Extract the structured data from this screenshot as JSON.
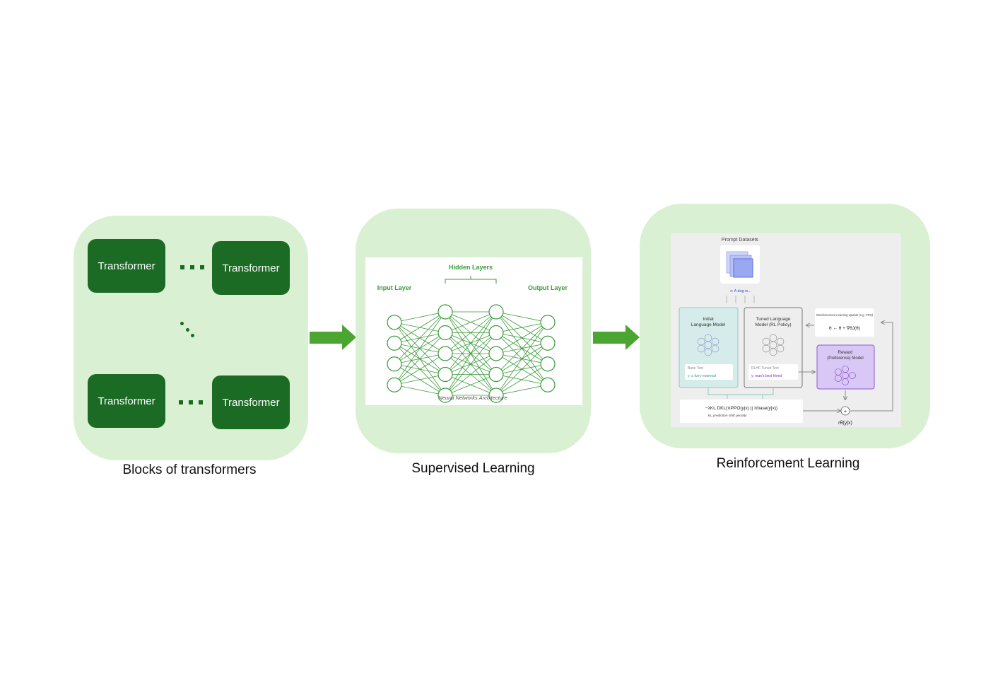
{
  "colors": {
    "panel": "#d9f1d2",
    "block": "#1b6b25",
    "arrow": "#4aa630",
    "nn_green": "#3a9a3a",
    "rl_teal": "#d6ecea",
    "rl_purple": "#d9c8f5"
  },
  "stages": [
    {
      "caption": "Blocks of transformers",
      "blocks": [
        "Transformer",
        "Transformer",
        "Transformer",
        "Transformer"
      ]
    },
    {
      "caption": "Supervised Learning",
      "nn": {
        "hidden_label": "Hidden Layers",
        "input_label": "Input Layer",
        "output_label": "Output Layer",
        "footer": "Neural Networks Architecture",
        "layer_sizes": [
          4,
          5,
          5,
          4
        ]
      }
    },
    {
      "caption": "Reinforcement Learning",
      "rl": {
        "prompt_label": "Prompt Datasets",
        "prompt_sample": "x: A dog is...",
        "initial_lm": "Initial Language Model",
        "tuned_lm": "Tuned Language Model (RL Policy)",
        "base_text": "Base Text",
        "base_output": "y: a furry mammal",
        "rlhf_text": "RLHF Tuned Text",
        "tuned_output": "y: man's best friend",
        "update_title": "Reinforcement Learning Update (e.g. PPO)",
        "update_formula": "θ ← θ + ∇θJ(θ)",
        "reward_model": "Reward (Preference) Model",
        "kl_formula": "−λKL DKL(πPPO(y|x) || πbase(y|x))",
        "kl_caption": "KL prediction shift penalty",
        "reward_label": "rθ(y|x)",
        "plus": "+"
      }
    }
  ]
}
